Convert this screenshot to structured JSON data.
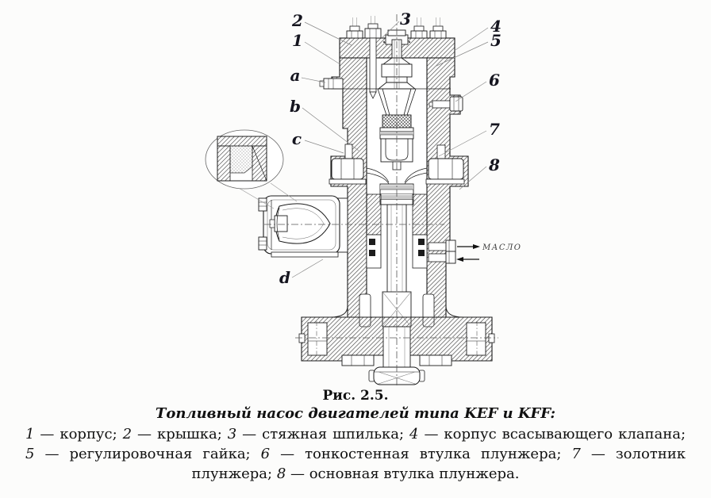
{
  "figure": {
    "number_label": "Рис. 2.5.",
    "subtitle": "Топливный насос двигателей типа KEF и KFF:",
    "legend": {
      "items": [
        {
          "num": "1",
          "label": " — корпус; "
        },
        {
          "num": "2",
          "label": " — крышка; "
        },
        {
          "num": "3",
          "label": " — стяжная шпилька; "
        },
        {
          "num": "4",
          "label": " — корпус всасывающего клапана; "
        },
        {
          "num": "5",
          "label": " — регулировочная гайка; "
        },
        {
          "num": "6",
          "label": " — тонкостенная втулка плунжера; "
        },
        {
          "num": "7",
          "label": " — золотник плунжера; "
        },
        {
          "num": "8",
          "label": " — основная втулка плунжера."
        }
      ]
    }
  },
  "drawing": {
    "oil_label": "МАСЛО",
    "callouts": {
      "n1": "1",
      "n2": "2",
      "n3": "3",
      "n4": "4",
      "n5": "5",
      "n6": "6",
      "n7": "7",
      "n8": "8",
      "a": "a",
      "b": "b",
      "c": "c",
      "d": "d"
    }
  }
}
